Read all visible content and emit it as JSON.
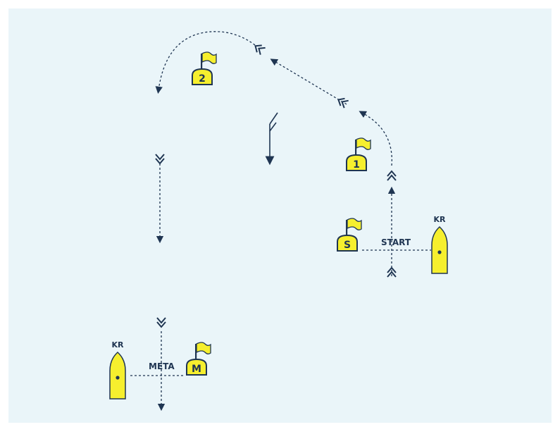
{
  "colors": {
    "background": "#eaf5f9",
    "navy": "#1f3552",
    "yellow": "#f6ef2e"
  },
  "buoys": {
    "b2": {
      "label": "2"
    },
    "b1": {
      "label": "1"
    },
    "bs": {
      "label": "S"
    },
    "bm": {
      "label": "M"
    }
  },
  "boats": {
    "start_boat": {
      "label": "KR"
    },
    "finish_boat": {
      "label": "KR"
    }
  },
  "lines": {
    "start": "START",
    "finish": "META"
  },
  "icons": {
    "buoy": "flag-buoy-icon",
    "boat": "committee-boat-icon",
    "wind": "wind-arrow-icon",
    "double_chevron": "double-chevron-icon"
  }
}
